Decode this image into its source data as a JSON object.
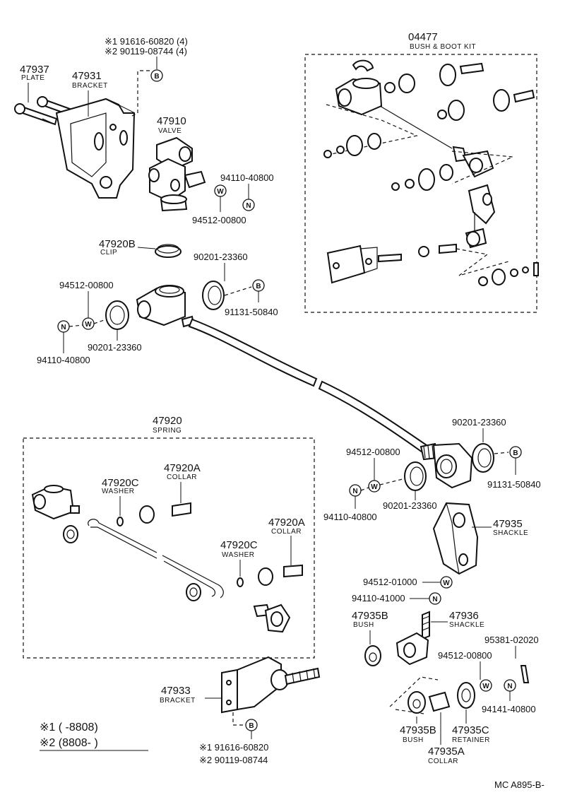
{
  "labels": {
    "p47937": "47937",
    "p47937_name": "PLATE",
    "p47931": "47931",
    "p47931_name": "BRACKET",
    "bolt_top_1": "※1 91616-60820 (4)",
    "bolt_top_2": "※2 90119-08744 (4)",
    "p47910": "47910",
    "p47910_name": "VALVE",
    "nut_top": "94110-40800",
    "washer_top": "94512-00800",
    "p47920b": "47920B",
    "p47920b_name": "CLIP",
    "kit_no": "04477",
    "kit_name": "BUSH & BOOT KIT",
    "seal_top": "90201-23360",
    "bolt_91131_top": "91131-50840",
    "washer_left": "94512-00800",
    "seal_left": "90201-23360",
    "nut_left": "94110-40800",
    "spring_no": "47920",
    "spring_name": "SPRING",
    "p47920c_1": "47920C",
    "p47920c_1_name": "WASHER",
    "p47920a_1": "47920A",
    "p47920a_1_name": "COLLAR",
    "p47920a_2": "47920A",
    "p47920a_2_name": "COLLAR",
    "p47920c_2": "47920C",
    "p47920c_2_name": "WASHER",
    "seal_right": "90201-23360",
    "washer_right": "94512-00800",
    "bolt_91131_right": "91131-50840",
    "seal_right_low": "90201-23360",
    "nut_right": "94110-40800",
    "p47935": "47935",
    "p47935_name": "SHACKLE",
    "washer_shackle": "94512-01000",
    "nut_shackle": "94110-41000",
    "p47935b_1": "47935B",
    "p47935b_1_name": "BUSH",
    "p47936": "47936",
    "p47936_name": "SHACKLE",
    "pin_95381": "95381-02020",
    "washer_bottom": "94512-00800",
    "nut_bottom": "94141-40800",
    "p47933": "47933",
    "p47933_name": "BRACKET",
    "p47935b_2": "47935B",
    "p47935b_2_name": "BUSH",
    "p47935c": "47935C",
    "p47935c_name": "RETAINER",
    "p47935a": "47935A",
    "p47935a_name": "COLLAR",
    "bolt_bot_1": "※1 91616-60820",
    "bolt_bot_2": "※2 90119-08744",
    "note_1": "※1 (        -8808)",
    "note_2": "※2 (8808-        )",
    "code": "MC A895-B-"
  },
  "symbols": {
    "bolt": "B",
    "washer": "W",
    "nut": "N"
  }
}
